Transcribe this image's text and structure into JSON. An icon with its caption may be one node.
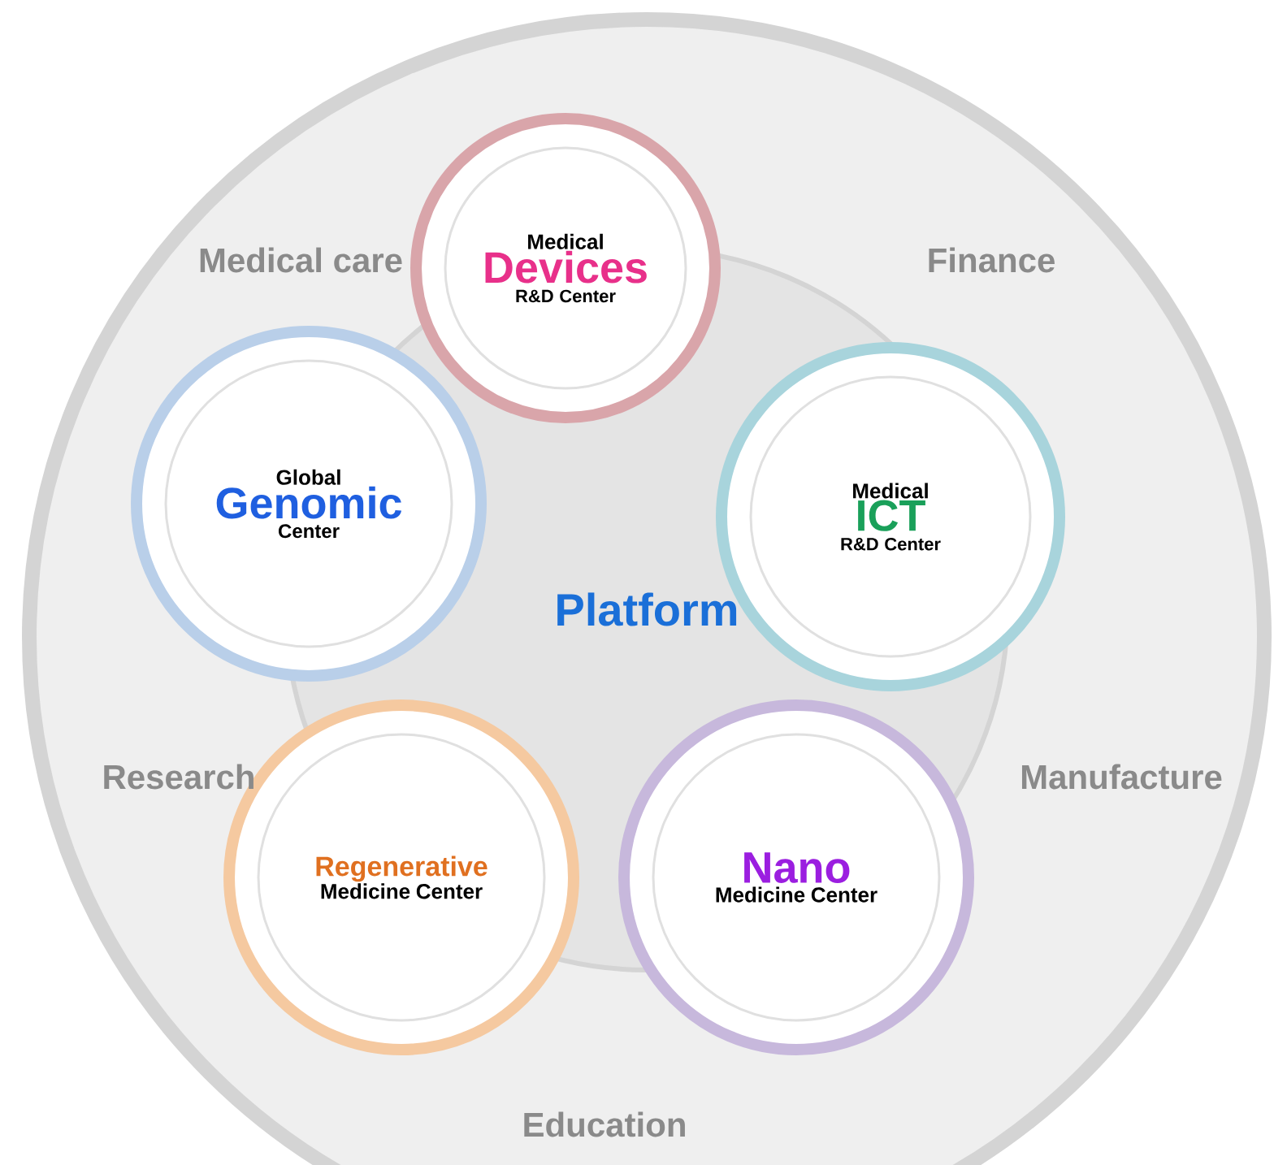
{
  "diagram": {
    "nodes": [
      {
        "text": [],
        "shape": "circle"
      },
      {
        "text": [
          "Platform"
        ],
        "in": 0
      },
      {
        "text": [
          "Medical",
          "Devices",
          "R&D Center"
        ],
        "in": 0
      },
      {
        "text": [
          "Global",
          "Genomic",
          "Center"
        ],
        "in": 0
      },
      {
        "text": [
          "Medical",
          "ICT",
          "R&D Center"
        ],
        "in": 0
      },
      {
        "text": [
          "Regenerative",
          "Medicine Center"
        ],
        "in": 0
      },
      {
        "text": [
          "Nano",
          "Medicine Center"
        ],
        "in": 0
      }
    ],
    "labels": [
      "Medical care",
      "Finance",
      "Research",
      "Manufacture",
      "Education"
    ]
  }
}
